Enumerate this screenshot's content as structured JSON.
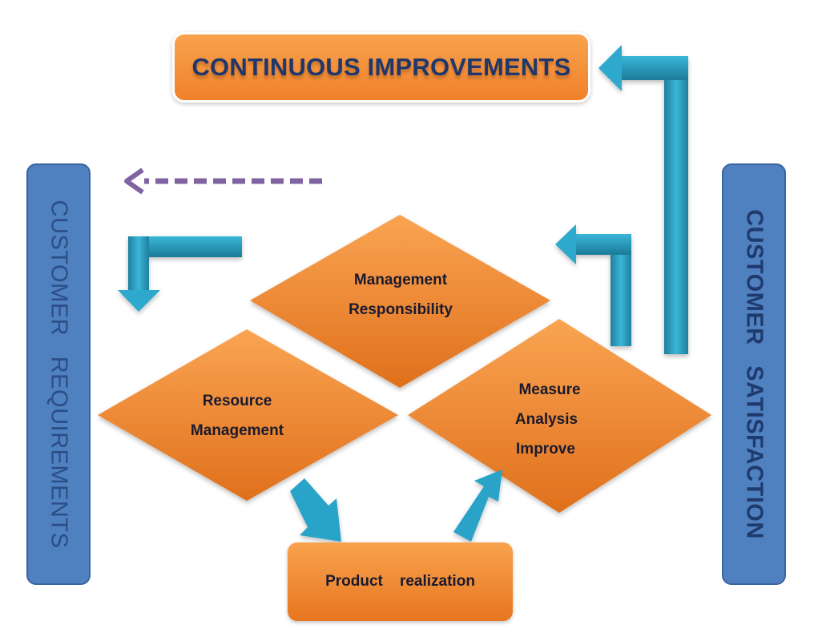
{
  "banner": {
    "title": "CONTINUOUS IMPROVEMENTS"
  },
  "left_pillar": {
    "label": "CUSTOMER   REQUIREMENTS"
  },
  "right_pillar": {
    "label": "CUSTOMER   SATISFACTION"
  },
  "diamonds": {
    "management": {
      "line1": "Management",
      "line2": "Responsibility"
    },
    "resource": {
      "line1": "Resource",
      "line2": "Management"
    },
    "measure": {
      "line1": "Measure",
      "line2": "Analysis",
      "line3": "Improve"
    }
  },
  "product": {
    "label": "Product    realization"
  },
  "colors": {
    "orange": "#f28a2e",
    "pillar_blue": "#4f80c0",
    "arrow_teal": "#2aa3c8",
    "dashed_arrow": "#8064a2",
    "title_navy": "#20376b"
  },
  "icons": [
    "elbow-arrow-icon",
    "dashed-arrow-icon",
    "diagonal-arrow-icon"
  ]
}
